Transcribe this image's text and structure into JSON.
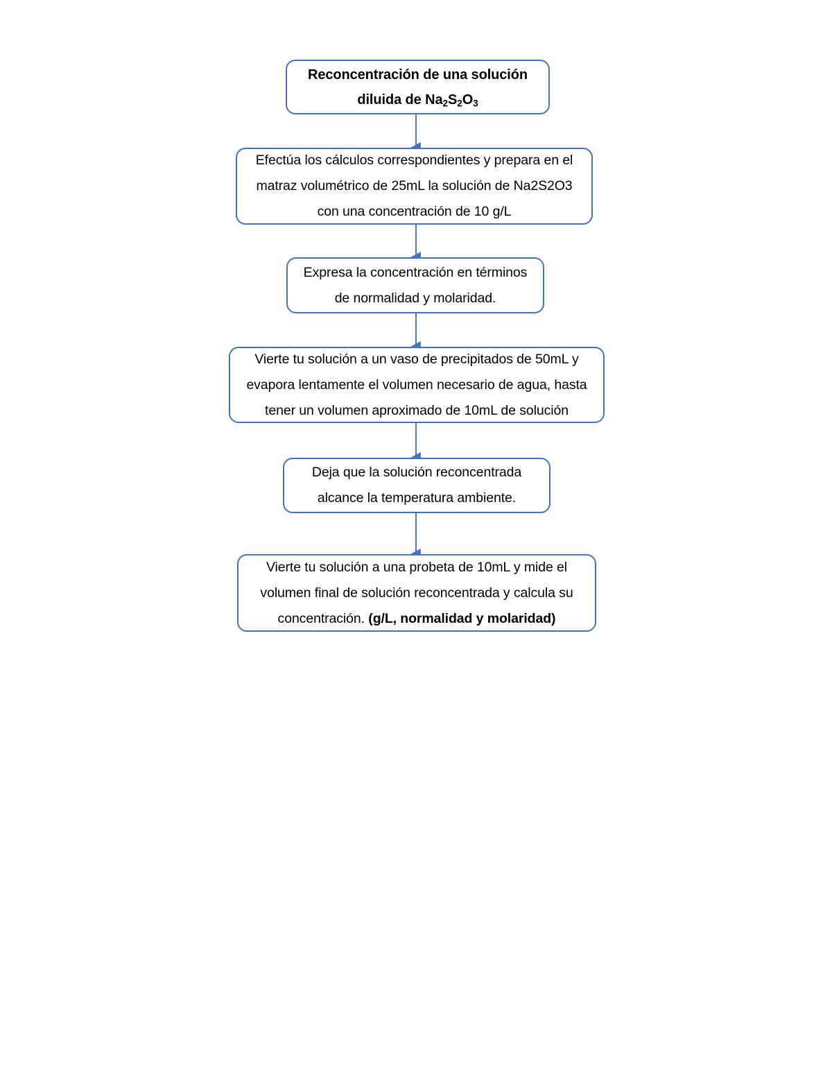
{
  "document": {
    "type": "flowchart",
    "language": "es",
    "page_background": "#ffffff",
    "accent_color": "#4472C4",
    "text_color": "#000000"
  },
  "chart_data": {
    "type": "flowchart",
    "title": "Reconcentración de una solución diluida de Na2S2O3",
    "orientation": "top-to-bottom",
    "node_count": 6,
    "connector_count": 5
  },
  "nodes": [
    {
      "id": "node-title",
      "role": "title",
      "bold": true,
      "line1": "Reconcentración de una solución",
      "line2_prefix": "diluida de Na",
      "sub1": "2",
      "mid1": "S",
      "sub2": "2",
      "mid2": "O",
      "sub3": "3"
    },
    {
      "id": "node-step-1",
      "role": "process",
      "text": "Efectúa los cálculos correspondientes y prepara en el matraz volumétrico de 25mL la solución de Na2S2O3 con una concentración de 10 g/L"
    },
    {
      "id": "node-step-2",
      "role": "process",
      "text": "Expresa la concentración en términos de normalidad y molaridad."
    },
    {
      "id": "node-step-3",
      "role": "process",
      "text": "Vierte tu solución a un vaso de precipitados de 50mL y evapora lentamente el volumen necesario de agua, hasta tener un volumen aproximado de 10mL de solución"
    },
    {
      "id": "node-step-4",
      "role": "process",
      "text": "Deja que la solución reconcentrada alcance la temperatura ambiente."
    },
    {
      "id": "node-step-5",
      "role": "process",
      "text_normal": "Vierte tu solución a una probeta de 10mL y mide el volumen final de solución reconcentrada y calcula su concentración. ",
      "text_bold": "(g/L, normalidad y molaridad)"
    }
  ],
  "connectors": [
    {
      "id": "arrow-1",
      "from": "node-title",
      "to": "node-step-1"
    },
    {
      "id": "arrow-2",
      "from": "node-step-1",
      "to": "node-step-2"
    },
    {
      "id": "arrow-3",
      "from": "node-step-2",
      "to": "node-step-3"
    },
    {
      "id": "arrow-4",
      "from": "node-step-3",
      "to": "node-step-4"
    },
    {
      "id": "arrow-5",
      "from": "node-step-4",
      "to": "node-step-5"
    }
  ]
}
